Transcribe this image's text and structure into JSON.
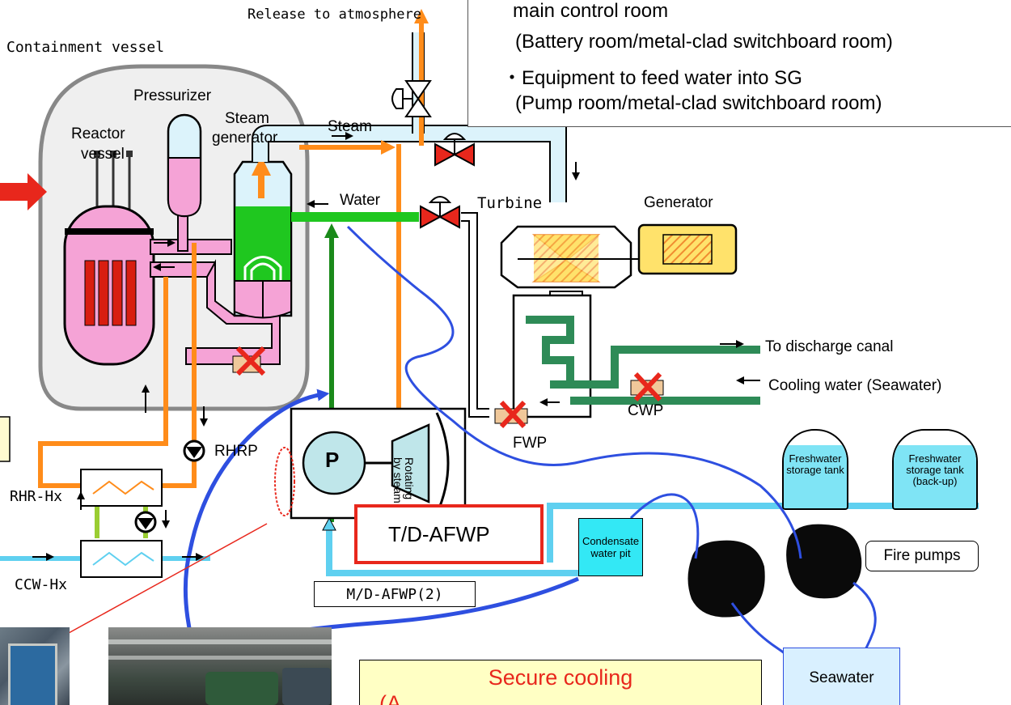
{
  "info_box": {
    "line1": "main control room",
    "line2": "(Battery room/metal-clad switchboard room)",
    "line3": "・Equipment to feed water into SG",
    "line4": "(Pump room/metal-clad switchboard room)"
  },
  "labels": {
    "release": "Release to atmosphere",
    "containment": "Containment vessel",
    "pressurizer": "Pressurizer",
    "steam_generator_1": "Steam",
    "steam_generator_2": "generator",
    "reactor_1": "Reactor",
    "reactor_2": "vessel",
    "steam": "Steam",
    "water": "Water",
    "turbine": "Turbine",
    "generator": "Generator",
    "discharge": "To discharge canal",
    "cooling_water": "Cooling water (Seawater)",
    "cwp": "CWP",
    "fwp": "FWP",
    "rhrp": "RHRP",
    "rhr_hx": "RHR-Hx",
    "ccw_hx": "CCW-Hx",
    "pump_p": "P",
    "rotating": "Rotating",
    "by_steam": "by steam",
    "td_afwp": "T/D-AFWP",
    "md_afwp": "M/D-AFWP(2)",
    "condensate": "Condensate water pit",
    "fire_pumps": "Fire pumps",
    "seawater": "Seawater",
    "freshwater_tank": "Freshwater storage tank",
    "freshwater_tank_backup": "Freshwater storage tank (back-up)",
    "secure_cooling": "Secure cooling",
    "secure_cooling_2": "(A..."
  },
  "colors": {
    "orange": "#ff8c1a",
    "green": "#1a8a1a",
    "pink": "#f5a3d6",
    "light_blue": "#5fd0f0",
    "cross_red": "#e8271c",
    "callout_red": "#e8271c",
    "path_blue": "#2e4fe0"
  },
  "icons": {
    "valve": "valve-icon",
    "cross": "stop-cross-icon",
    "arrow": "arrow-icon"
  }
}
